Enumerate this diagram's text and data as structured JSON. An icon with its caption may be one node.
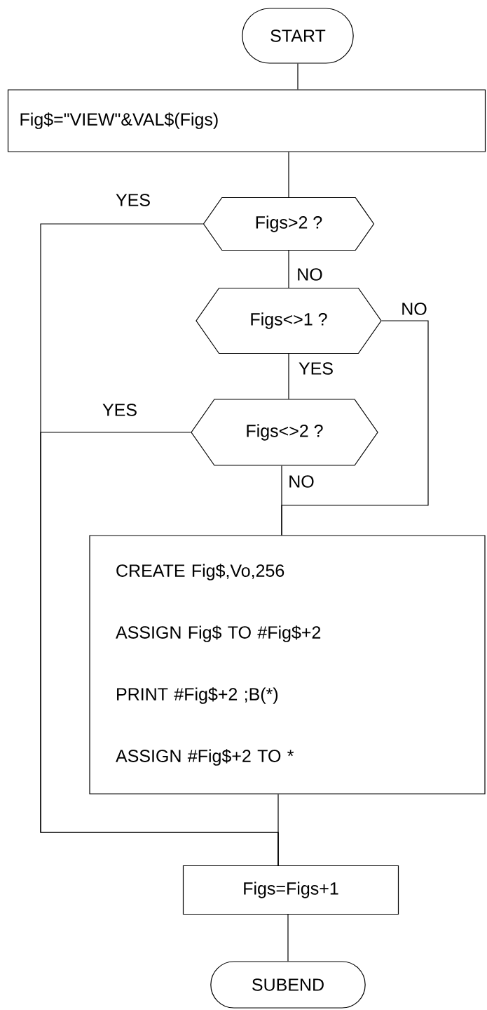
{
  "diagram": {
    "nodes": [
      {
        "text": [
          "START"
        ]
      },
      {
        "text": [
          "Fig$=\"VIEW\"&VAL$(Figs)"
        ]
      },
      {
        "text": [
          "Figs>2 ?"
        ]
      },
      {
        "text": [
          "Figs<>1 ?"
        ]
      },
      {
        "text": [
          "Figs<>2 ?"
        ]
      },
      {
        "text": [
          "CREATE Fig$,Vo,256",
          "ASSIGN Fig$ TO #Fig$+2",
          "PRINT #Fig$+2 ;B(*)",
          "ASSIGN #Fig$+2 TO *"
        ]
      },
      {
        "text": [
          "Figs=Figs+1"
        ]
      },
      {
        "text": [
          "SUBEND"
        ]
      }
    ],
    "edges": [
      {
        "from": 0,
        "to": 1,
        "arrow": "none"
      },
      {
        "from": 1,
        "to": 2,
        "arrow": "none"
      },
      {
        "from": 2,
        "to": 3,
        "arrow": "none",
        "label": "NO"
      },
      {
        "from": 2,
        "to": 6,
        "arrow": "none",
        "label": "YES"
      },
      {
        "from": 3,
        "to": 4,
        "arrow": "none",
        "label": "YES"
      },
      {
        "from": 3,
        "to": 5,
        "arrow": "none",
        "label": "NO"
      },
      {
        "from": 4,
        "to": 6,
        "arrow": "none",
        "label": "YES"
      },
      {
        "from": 4,
        "to": 5,
        "arrow": "none",
        "label": "NO"
      },
      {
        "from": 5,
        "to": 6,
        "arrow": "none"
      },
      {
        "from": 6,
        "to": 7,
        "arrow": "none"
      }
    ]
  }
}
